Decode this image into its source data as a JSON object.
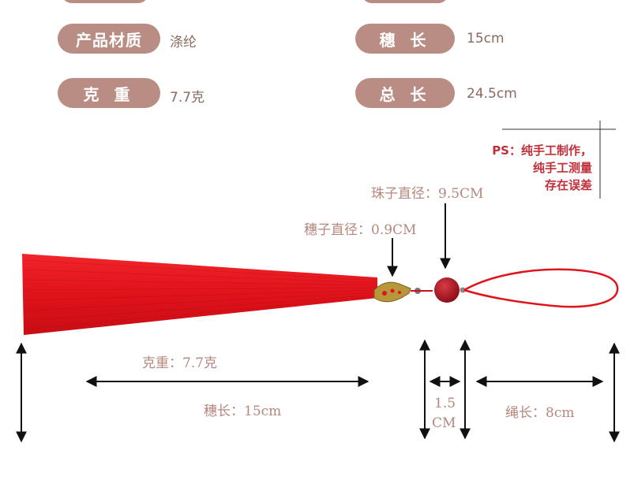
{
  "specs": {
    "material_label": "产品材质",
    "material_value": "涤纶",
    "weight_label": "克 重",
    "weight_value": "7.7克",
    "tassel_len_label": "穗 长",
    "tassel_len_value": "15cm",
    "total_len_label": "总 长",
    "total_len_value": "24.5cm"
  },
  "note": {
    "line1": "PS：纯手工制作，",
    "line2": "纯手工测量",
    "line3": "存在误差"
  },
  "annotations": {
    "bead_diameter": "珠子直径：9.5CM",
    "tassel_diameter": "穗子直径：0.9CM",
    "weight": "克重：7.7克",
    "tassel_length": "穗长：15cm",
    "gap_value": "1.5",
    "gap_unit": "CM",
    "rope_length": "绳长：8cm"
  },
  "colors": {
    "pill": "#b98d83",
    "tassel_red": "#e8141c",
    "bead": "#b0101e",
    "cap_gold": "#b8963a",
    "note_red": "#c0303a",
    "label_text": "#b5877d"
  }
}
